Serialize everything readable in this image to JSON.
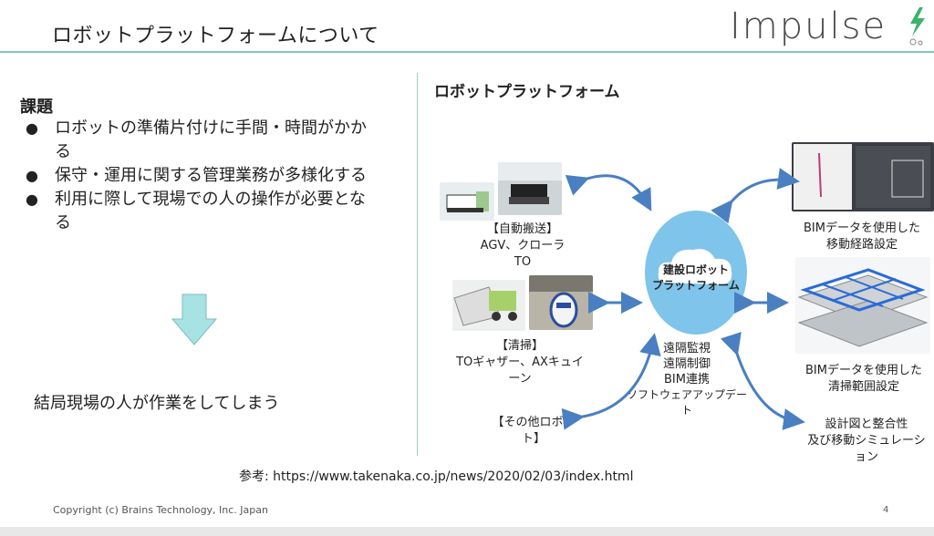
{
  "header": {
    "title": "ロボットプラットフォームについて",
    "logo_text": "Impulse"
  },
  "left": {
    "heading": "課題",
    "bullets": [
      "ロボットの準備片付けに手間・時間がかかる",
      "保守・運用に関する管理業務が多様化する",
      "利用に際して現場での人の操作が必要となる"
    ],
    "conclusion": "結局現場の人が作業をしてしまう"
  },
  "diagram": {
    "title": "ロボットプラットフォーム",
    "hub_line1": "建設ロボット",
    "hub_line2": "プラットフォーム",
    "functions": [
      "遠隔監視",
      "遠隔制御",
      "BIM連携",
      "ソフトウェアアップデート"
    ],
    "agv_caption_1": "【自動搬送】",
    "agv_caption_2": "AGV、クローラTO",
    "clean_caption_1": "【清掃】",
    "clean_caption_2": "TOギャザー、AXキュイーン",
    "other_caption": "【その他ロボット】",
    "bim_route_1": "BIMデータを使用した",
    "bim_route_2": "移動経路設定",
    "bim_clean_1": "BIMデータを使用した",
    "bim_clean_2": "清掃範囲設定",
    "design_1": "設計図と整合性",
    "design_2": "及び移動シミュレーション"
  },
  "footer": {
    "reference": "参考: https://www.takenaka.co.jp/news/2020/02/03/index.html",
    "copyright": "Copyright (c) Brains Technology, Inc. Japan",
    "page": "4"
  },
  "colors": {
    "accent": "#7ec8bc",
    "arrow_blue": "#4a7fc1",
    "hub_blue": "#7fc4ea",
    "down_arrow": "#a8e3e3"
  }
}
